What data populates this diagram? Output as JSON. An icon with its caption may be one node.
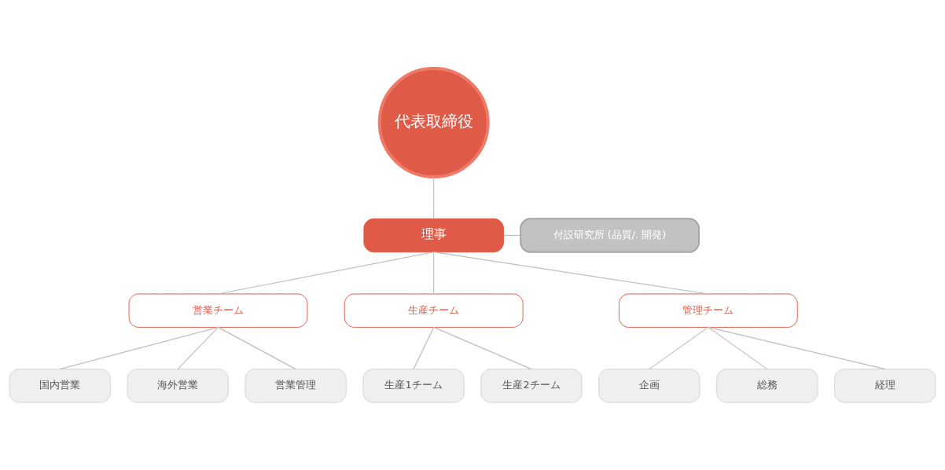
{
  "diagram": {
    "nodes": [
      {
        "text": [
          "代表取締役"
        ]
      },
      {
        "text": [
          "理事"
        ]
      },
      {
        "text": [
          "付設研究所 (品質/. 開発)"
        ]
      },
      {
        "text": [
          "営業チーム"
        ]
      },
      {
        "text": [
          "生産チーム"
        ]
      },
      {
        "text": [
          "管理チーム"
        ]
      },
      {
        "text": [
          "国内営業"
        ]
      },
      {
        "text": [
          "海外営業"
        ]
      },
      {
        "text": [
          "営業管理"
        ]
      },
      {
        "text": [
          "生産1チーム"
        ]
      },
      {
        "text": [
          "生産2チーム"
        ]
      },
      {
        "text": [
          "企画"
        ]
      },
      {
        "text": [
          "総務"
        ]
      },
      {
        "text": [
          "経理"
        ]
      }
    ],
    "edges": [
      {
        "from": 0,
        "to": 1,
        "arrow": "none"
      },
      {
        "from": 1,
        "to": 2,
        "arrow": "none"
      },
      {
        "from": 1,
        "to": 3,
        "arrow": "none"
      },
      {
        "from": 1,
        "to": 4,
        "arrow": "none"
      },
      {
        "from": 1,
        "to": 5,
        "arrow": "none"
      },
      {
        "from": 3,
        "to": 6,
        "arrow": "none"
      },
      {
        "from": 3,
        "to": 7,
        "arrow": "none"
      },
      {
        "from": 3,
        "to": 8,
        "arrow": "none"
      },
      {
        "from": 4,
        "to": 9,
        "arrow": "none"
      },
      {
        "from": 4,
        "to": 10,
        "arrow": "none"
      },
      {
        "from": 5,
        "to": 11,
        "arrow": "none"
      },
      {
        "from": 5,
        "to": 12,
        "arrow": "none"
      },
      {
        "from": 5,
        "to": 13,
        "arrow": "none"
      }
    ]
  }
}
